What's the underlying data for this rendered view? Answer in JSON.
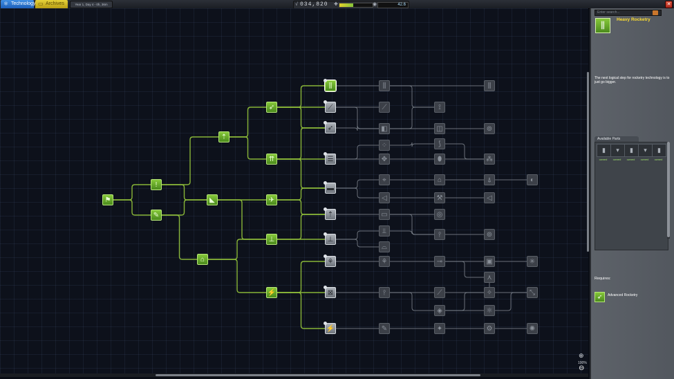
{
  "topbar": {
    "tabs": [
      {
        "label": "Technology",
        "icon": "atom-icon"
      },
      {
        "label": "Archives",
        "icon": "folder-icon"
      }
    ],
    "date": "Year 1, Day 4 - 0h, 36m",
    "funds": "034,820",
    "reputation_percent": 42,
    "science": "42.6"
  },
  "colors": {
    "researched": "#6fb12a",
    "available": "#9aa0a7",
    "locked": "#3c4048",
    "title_accent": "#ffdf2f",
    "link_researched": "#8fbf3a",
    "link_other": "#8a9099"
  },
  "tree": {
    "zoom": "100%"
  },
  "panel": {
    "search_placeholder": "Enter search...",
    "selected_title": "Heavy Rocketry",
    "description": "The next logical step for rocketry technology is to just go bigger.",
    "available_parts_label": "Available Parts",
    "parts": [
      {
        "icon": "tank-icon",
        "cost": "owned"
      },
      {
        "icon": "engine-icon",
        "cost": "owned"
      },
      {
        "icon": "tank-icon",
        "cost": "owned"
      },
      {
        "icon": "engine-icon",
        "cost": "owned"
      },
      {
        "icon": "tank-icon",
        "cost": "owned"
      }
    ],
    "requires_label": "Requires:",
    "requires_item": "Advanced Rocketry"
  }
}
